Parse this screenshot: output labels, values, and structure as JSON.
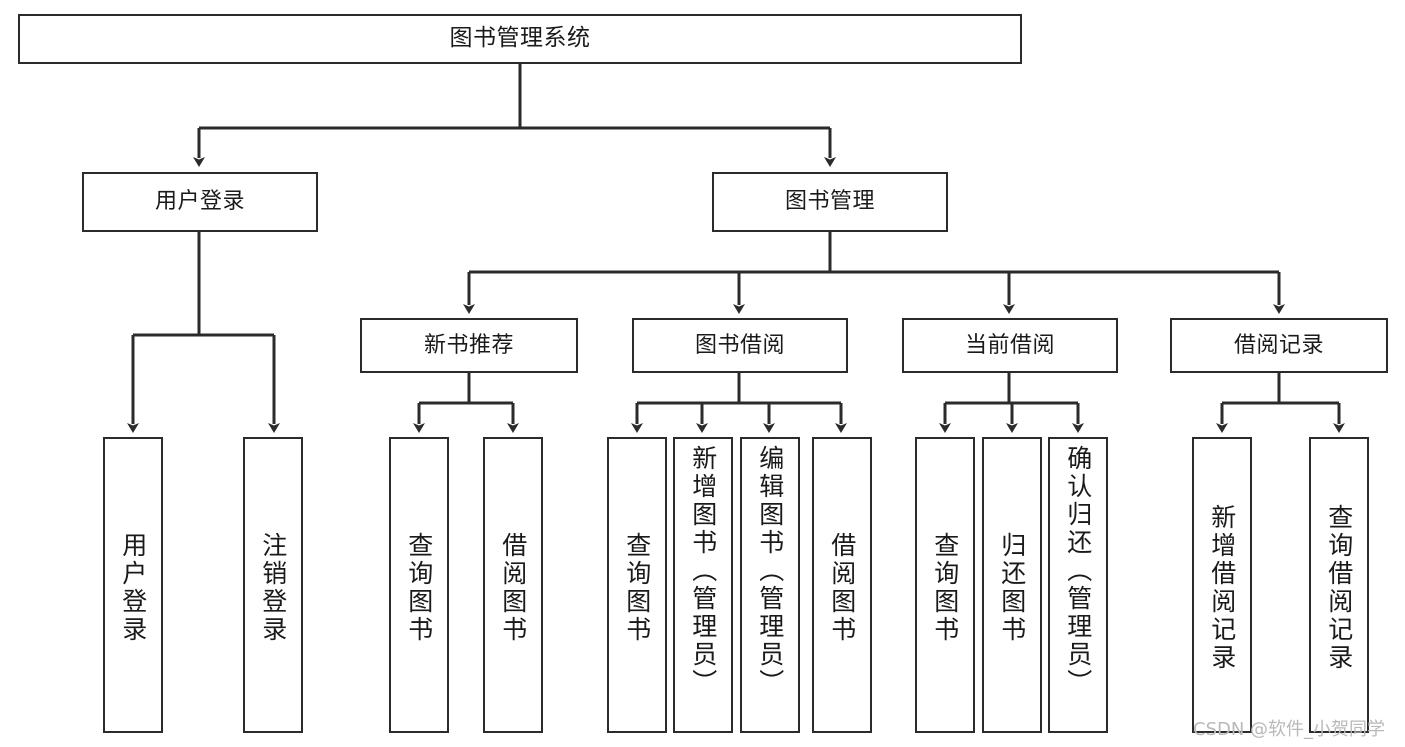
{
  "diagram": {
    "type": "tree-hierarchy-chart",
    "title": "图书管理系统",
    "line_color": "#2b2b2b",
    "box_fill": "#ffffff",
    "text_color": "#1a1a1a"
  },
  "nodes": {
    "root": {
      "label": "图书管理系统",
      "level": 1
    },
    "level2": [
      {
        "id": "user-login",
        "label": "用户登录"
      },
      {
        "id": "book-manage",
        "label": "图书管理"
      }
    ],
    "level3": [
      {
        "id": "new-book-recommend",
        "label": "新书推荐"
      },
      {
        "id": "book-borrow",
        "label": "图书借阅"
      },
      {
        "id": "current-borrow",
        "label": "当前借阅"
      },
      {
        "id": "borrow-record",
        "label": "借阅记录"
      }
    ],
    "leaves": {
      "user-login": [
        {
          "id": "leaf-user-login",
          "label": "用户登录"
        },
        {
          "id": "leaf-logout-login",
          "label": "注销登录"
        }
      ],
      "new-book-recommend": [
        {
          "id": "leaf-query-book-1",
          "label": "查询图书"
        },
        {
          "id": "leaf-borrow-book-1",
          "label": "借阅图书"
        }
      ],
      "book-borrow": [
        {
          "id": "leaf-query-book-2",
          "label": "查询图书"
        },
        {
          "id": "leaf-add-book-admin",
          "label": "新增图书（管理员）"
        },
        {
          "id": "leaf-edit-book-admin",
          "label": "编辑图书（管理员）"
        },
        {
          "id": "leaf-borrow-book-2",
          "label": "借阅图书"
        }
      ],
      "current-borrow": [
        {
          "id": "leaf-query-book-3",
          "label": "查询图书"
        },
        {
          "id": "leaf-return-book",
          "label": "归还图书"
        },
        {
          "id": "leaf-confirm-return-admin",
          "label": "确认归还（管理员）"
        }
      ],
      "borrow-record": [
        {
          "id": "leaf-add-borrow-record",
          "label": "新增借阅记录"
        },
        {
          "id": "leaf-query-borrow-record",
          "label": "查询借阅记录"
        }
      ]
    }
  },
  "watermark": {
    "text": "CSDN @软件_小贺同学"
  }
}
